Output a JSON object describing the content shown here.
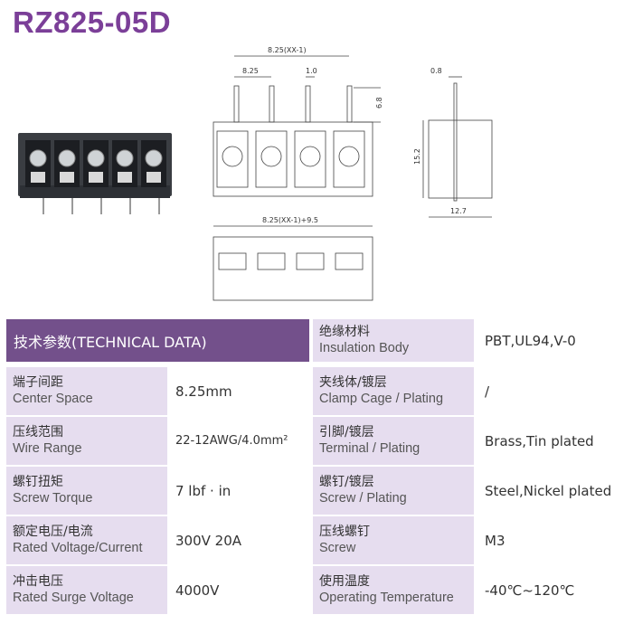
{
  "title": "RZ825-05D",
  "drawing": {
    "dim_top": "8.25(XX-1)",
    "dim_pitch": "8.25",
    "dim_pin": "1.0",
    "dim_pin_len": "6.8",
    "dim_side_top": "0.8",
    "dim_side_height": "15.2",
    "dim_side_width": "12.7",
    "dim_bottom": "8.25(XX-1)+9.5"
  },
  "table": {
    "header": "技术参数(TECHNICAL DATA)",
    "rows": [
      {
        "left": null,
        "right": {
          "cn": "绝缘材料",
          "en": "Insulation Body",
          "value": "PBT,UL94,V-0"
        }
      },
      {
        "left": {
          "cn": "端子间距",
          "en": "Center Space",
          "value": "8.25mm"
        },
        "right": {
          "cn": "夹线体/镀层",
          "en": "Clamp Cage / Plating",
          "value": "/"
        }
      },
      {
        "left": {
          "cn": "压线范围",
          "en": "Wire Range",
          "value": "22-12AWG/4.0mm²"
        },
        "right": {
          "cn": "引脚/镀层",
          "en": "Terminal / Plating",
          "value": "Brass,Tin plated"
        }
      },
      {
        "left": {
          "cn": "螺钉扭矩",
          "en": "Screw Torque",
          "value": "7 lbf · in"
        },
        "right": {
          "cn": "螺钉/镀层",
          "en": "Screw / Plating",
          "value": "Steel,Nickel plated"
        }
      },
      {
        "left": {
          "cn": "额定电压/电流",
          "en": "Rated Voltage/Current",
          "value": "300V 20A"
        },
        "right": {
          "cn": "压线螺钉",
          "en": "Screw",
          "value": "M3"
        }
      },
      {
        "left": {
          "cn": "冲击电压",
          "en": "Rated Surge Voltage",
          "value": "4000V"
        },
        "right": {
          "cn": "使用温度",
          "en": "Operating Temperature",
          "value": "-40℃~120℃"
        }
      }
    ]
  }
}
